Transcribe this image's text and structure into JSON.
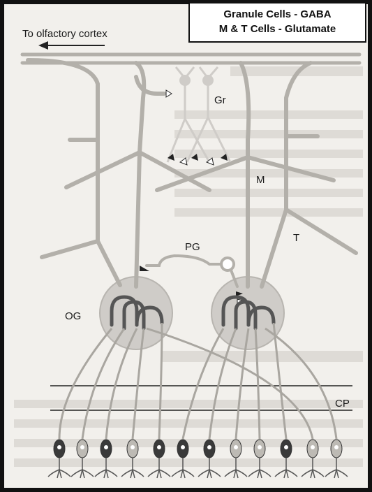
{
  "legend": {
    "line1": "Granule Cells - GABA",
    "line2": "M & T Cells - Glutamate"
  },
  "labels": {
    "cortex": "To olfactory cortex",
    "granule": "Gr",
    "mitral": "M",
    "tufted": "T",
    "periglomerular": "PG",
    "olfactory_glomerulus": "OG",
    "cribriform_plate": "CP"
  },
  "colors": {
    "process": "#b3b0aa",
    "glomerulus": "#cfccc8",
    "dark_receptor": "#3a3a3a",
    "light_receptor": "#bdbab4",
    "background_text": "#d9d6d1"
  }
}
